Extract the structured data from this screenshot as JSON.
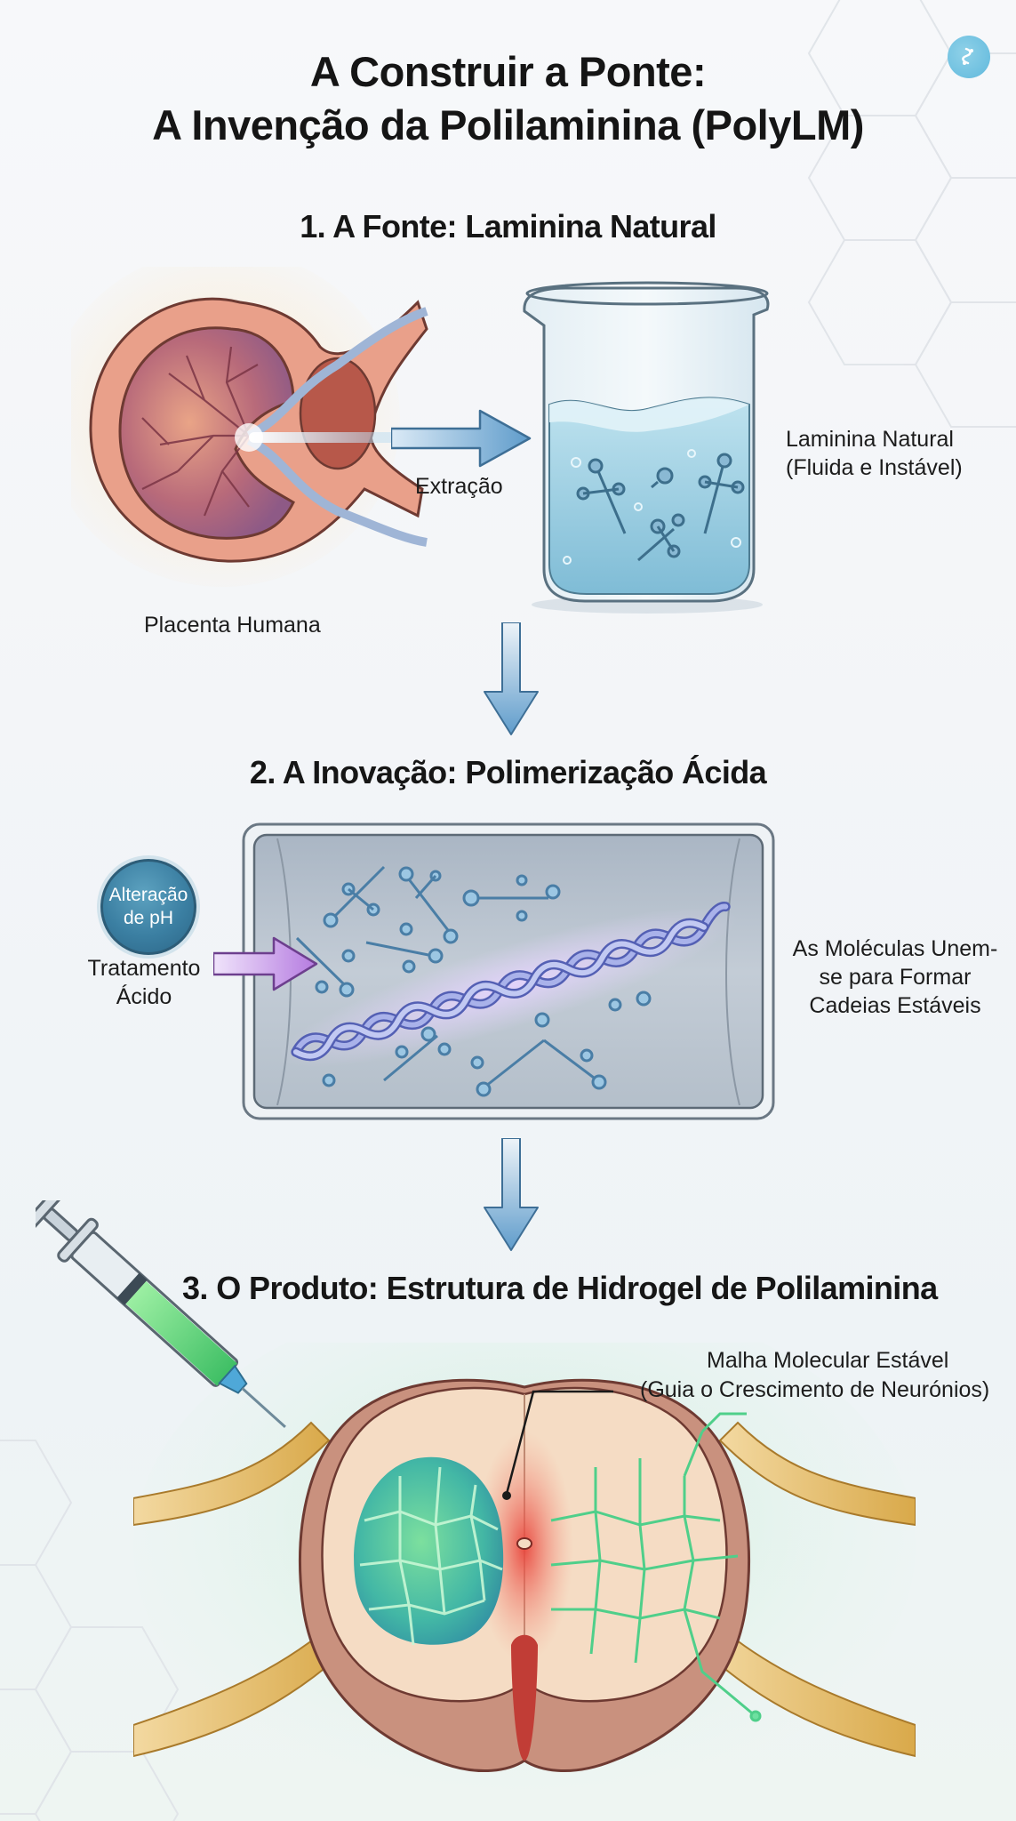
{
  "header": {
    "title_line1": "A Construir a Ponte:",
    "title_line2": "A Invenção da Polilaminina (PolyLM)",
    "logo_icon": "dna-badge-icon"
  },
  "sections": [
    {
      "number": 1,
      "title": "1. A Fonte: Laminina Natural",
      "labels": {
        "source": "Placenta Humana",
        "arrow": "Extração",
        "result_line1": "Laminina Natural",
        "result_line2": "(Fluida e Instável)"
      },
      "icons": [
        "placenta-icon",
        "arrow-right-icon",
        "beaker-icon",
        "laminin-molecule-icon"
      ]
    },
    {
      "number": 2,
      "title": "2. A Inovação: Polimerização Ácida",
      "labels": {
        "badge_line1": "Alteração",
        "badge_line2": "de pH",
        "input_line1": "Tratamento",
        "input_line2": "Ácido",
        "result_line1": "As Moléculas Unem-",
        "result_line2": "se para Formar",
        "result_line3": "Cadeias Estáveis"
      },
      "icons": [
        "ph-badge-icon",
        "arrow-right-purple-icon",
        "reaction-chamber-icon",
        "polymer-helix-icon"
      ]
    },
    {
      "number": 3,
      "title": "3. O Produto: Estrutura de Hidrogel de Polilaminina",
      "labels": {
        "callout_line1": "Malha Molecular Estável",
        "callout_line2": "(Guia o Crescimento de Neurónios)"
      },
      "icons": [
        "syringe-icon",
        "spinal-cord-icon",
        "hydrogel-mesh-icon",
        "neuron-growth-icon"
      ]
    }
  ],
  "flow_arrows": [
    "arrow-down-icon",
    "arrow-down-icon"
  ],
  "colors": {
    "background": "#f4f6f8",
    "title_text": "#151515",
    "arrow_blue": "#5f9ccb",
    "arrow_purple": "#b57be0",
    "badge_blue": "#3b7fa2",
    "liquid_blue": "#8cc8de",
    "hydrogel_green": "#4fcf8a",
    "injury_red": "#e8453c",
    "tissue_beige": "#f5dcc4",
    "nerve_yellow": "#d9a94a",
    "placenta_red": "#c85a4e"
  }
}
